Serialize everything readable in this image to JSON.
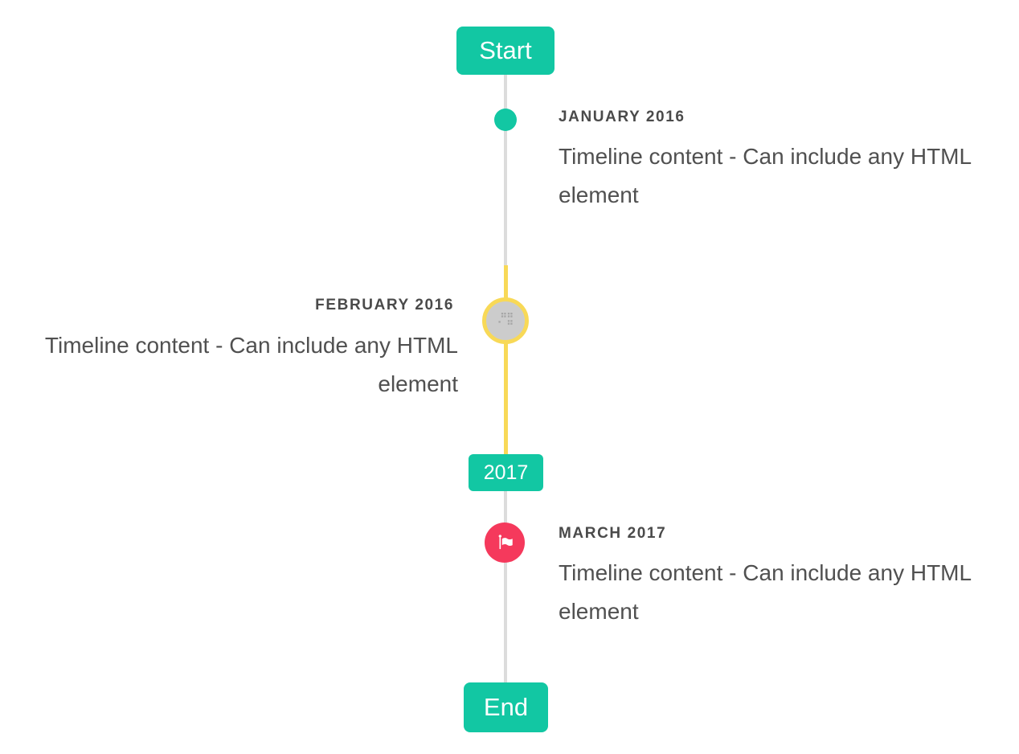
{
  "timeline": {
    "start_label": "Start",
    "year_label": "2017",
    "end_label": "End",
    "items": [
      {
        "title": "JANUARY 2016",
        "content": "Timeline content - Can include any HTML element",
        "side": "right",
        "bullet": "teal-dot"
      },
      {
        "title": "FEBRUARY 2016",
        "content": "Timeline content - Can include any HTML element",
        "side": "left",
        "bullet": "image-placeholder-with-yellow-ring"
      },
      {
        "title": "MARCH 2017",
        "content": "Timeline content - Can include any HTML element",
        "side": "right",
        "bullet": "red-flag"
      }
    ],
    "colors": {
      "accent_teal": "#12c7a3",
      "highlight_yellow": "#f8d957",
      "flag_red": "#f5395c",
      "line_gray": "#dcdcdc",
      "bullet_gray_fill": "#cccccc",
      "title_text": "#4a4a4a",
      "content_text": "#505050"
    }
  }
}
